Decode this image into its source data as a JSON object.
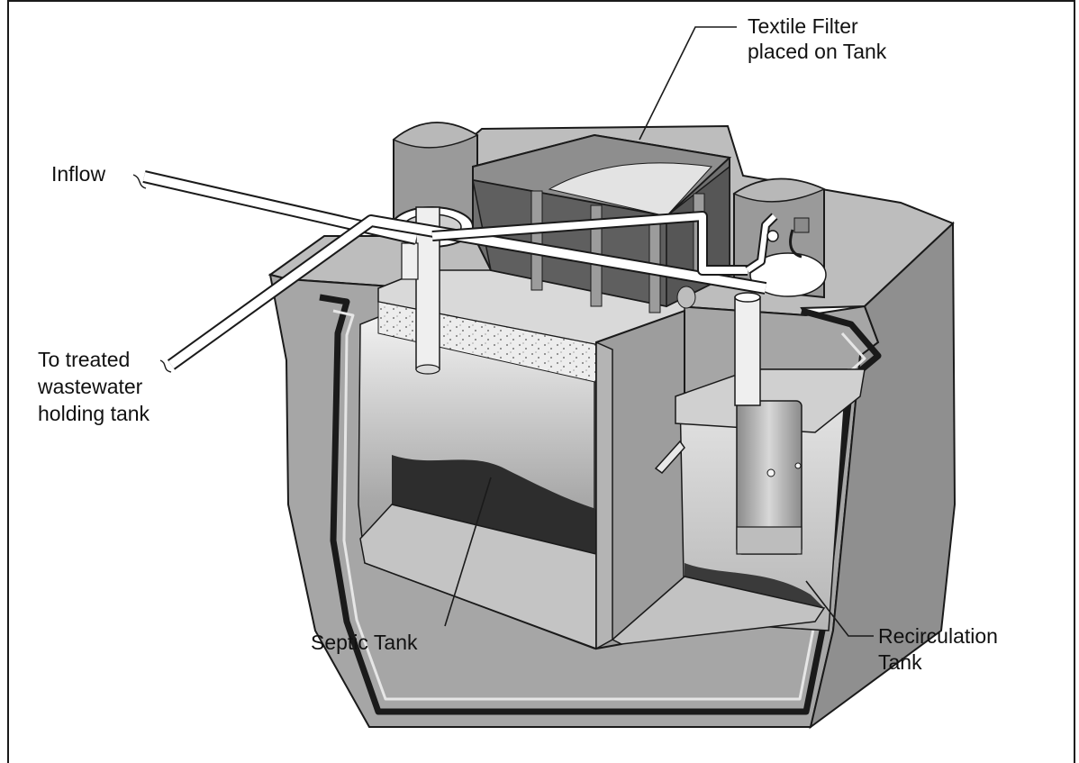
{
  "labels": {
    "inflow": "Inflow",
    "textile_filter_line1": "Textile Filter",
    "textile_filter_line2": "placed on Tank",
    "treated_line1": "To treated",
    "treated_line2": "wastewater",
    "treated_line3": "holding tank",
    "septic_tank": "Septic Tank",
    "recirc_line1": "Recirculation",
    "recirc_line2": "Tank"
  }
}
